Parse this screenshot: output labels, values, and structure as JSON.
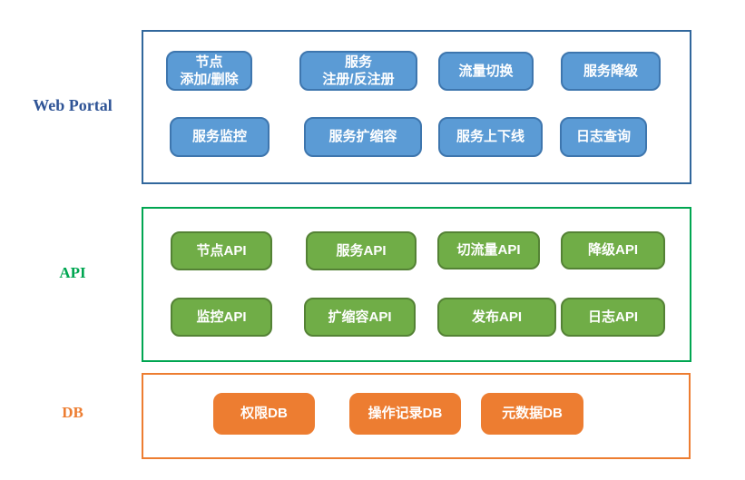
{
  "page": {
    "background": "#FFFFFF"
  },
  "sections": [
    {
      "name": "Web Portal",
      "label": "Web Portal",
      "accent": "#2F5496",
      "container_border": "#31679C",
      "button_fill": "#5B9BD5",
      "button_border": "#3E76AE",
      "buttons": [
        {
          "text": "节点\n添加/删除"
        },
        {
          "text": "服务\n注册/反注册"
        },
        {
          "text": "流量切换"
        },
        {
          "text": "服务降级"
        },
        {
          "text": "服务监控"
        },
        {
          "text": "服务扩缩容"
        },
        {
          "text": "服务上下线"
        },
        {
          "text": "日志查询"
        }
      ]
    },
    {
      "name": "API",
      "label": "API",
      "accent": "#00A651",
      "container_border": "#00A651",
      "button_fill": "#70AD47",
      "button_border": "#548235",
      "buttons": [
        {
          "text": "节点API"
        },
        {
          "text": "服务API"
        },
        {
          "text": "切流量API"
        },
        {
          "text": "降级API"
        },
        {
          "text": "监控API"
        },
        {
          "text": "扩缩容API"
        },
        {
          "text": "发布API"
        },
        {
          "text": "日志API"
        }
      ]
    },
    {
      "name": "DB",
      "label": "DB",
      "accent": "#ED7D31",
      "container_border": "#ED7D31",
      "button_fill": "#ED7D31",
      "button_border": "#ED7D31",
      "buttons": [
        {
          "text": "权限DB"
        },
        {
          "text": "操作记录DB"
        },
        {
          "text": "元数据DB"
        }
      ]
    }
  ]
}
